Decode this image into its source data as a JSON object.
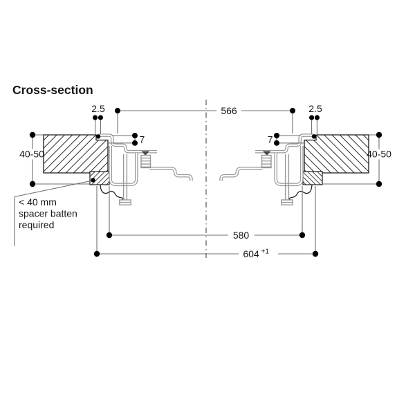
{
  "title": "Cross-section",
  "note": {
    "line1": "< 40 mm",
    "line2": "spacer batten",
    "line3": "required"
  },
  "dimensions": {
    "top_width": "566",
    "edge_gap_left": "2.5",
    "edge_gap_right": "2.5",
    "rim_height_left": "7",
    "rim_height_right": "7",
    "worktop_thickness_left": "40-50",
    "worktop_thickness_right": "40-50",
    "inner_width": "580",
    "cutout_width": "604",
    "cutout_tolerance": "+1"
  },
  "palette": {
    "line": "#1a1a1a",
    "metal": "#98989a",
    "dimension": "#6f6f6f"
  }
}
